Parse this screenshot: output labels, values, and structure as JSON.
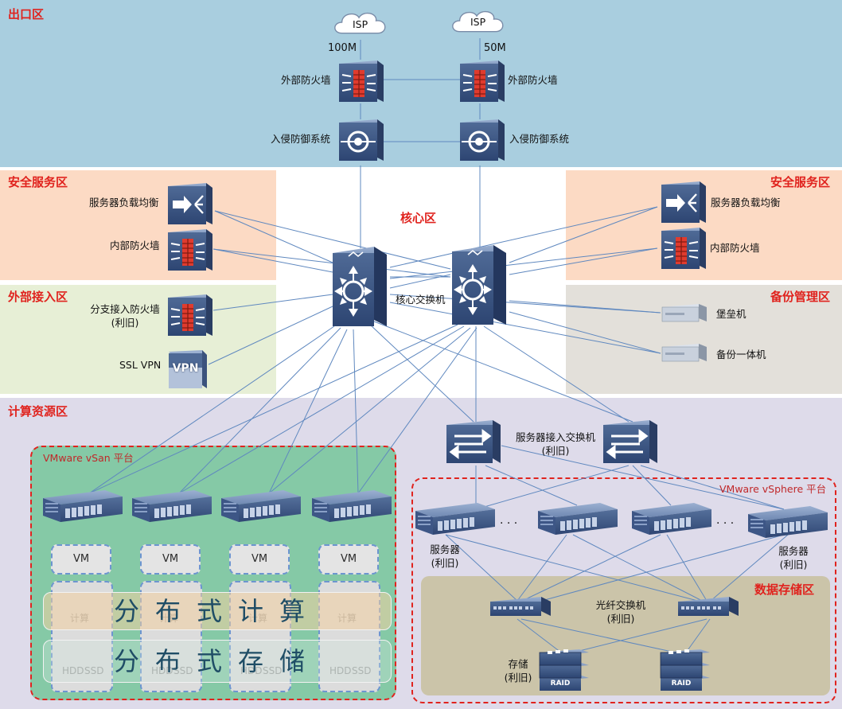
{
  "zones": {
    "exit": {
      "title": "出口区",
      "color": "#a9cedf"
    },
    "security_left": {
      "title": "安全服务区",
      "color": "#fcdac4"
    },
    "security_right": {
      "title": "安全服务区",
      "color": "#fcdac4"
    },
    "external": {
      "title": "外部接入区",
      "color": "#e7efd6"
    },
    "backup": {
      "title": "备份管理区",
      "color": "#e3e0da"
    },
    "core": {
      "title": "核心区"
    },
    "compute": {
      "title": "计算资源区",
      "color": "#dedbea"
    },
    "storage": {
      "title": "数据存储区",
      "color": "#cbc4a9"
    }
  },
  "exit": {
    "isp_left": "ISP",
    "isp_right": "ISP",
    "bw_left": "100M",
    "bw_right": "50M",
    "fw_left": "外部防火墙",
    "fw_right": "外部防火墙",
    "ips_left": "入侵防御系统",
    "ips_right": "入侵防御系统"
  },
  "security": {
    "lb_left": "服务器负载均衡",
    "fw_left": "内部防火墙",
    "lb_right": "服务器负载均衡",
    "fw_right": "内部防火墙"
  },
  "external": {
    "branch_fw_line1": "分支接入防火墙",
    "branch_fw_line2": "(利旧)",
    "ssl_vpn": "SSL VPN",
    "vpn_badge": "VPN"
  },
  "backup": {
    "bastion": "堡垒机",
    "backup_appliance": "备份一体机"
  },
  "core": {
    "switch": "核心交换机"
  },
  "compute": {
    "access_switch_line1": "服务器接入交换机",
    "access_switch_line2": "(利旧)",
    "vsan_label": "VMware vSan 平台",
    "vsphere_label": "VMware vSphere 平台",
    "vm_labels": [
      "VM",
      "VM",
      "VM",
      "VM"
    ],
    "node_compute": "计算",
    "node_hdd": "HDD",
    "node_ssd": "SSD",
    "band_compute": "分布式计算",
    "band_storage": "分布式存储",
    "server_left_line1": "服务器",
    "server_left_line2": "(利旧)",
    "server_right_line1": "服务器",
    "server_right_line2": "(利旧)",
    "ellipsis_1": "· · ·",
    "ellipsis_2": "· · ·"
  },
  "storage": {
    "fc_switch_line1": "光纤交换机",
    "fc_switch_line2": "(利旧)",
    "array_line1": "存储",
    "array_line2": "(利旧)",
    "raid_1": "RAID",
    "raid_2": "RAID"
  }
}
